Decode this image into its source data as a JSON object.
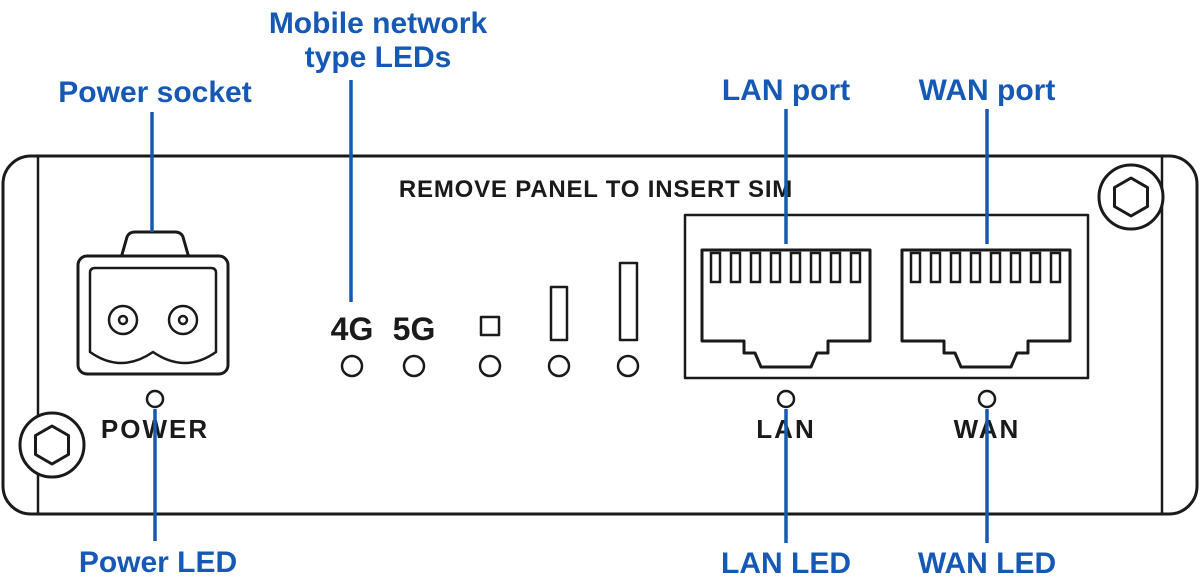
{
  "colors": {
    "callout_blue": "#1659b5",
    "line_black": "#1a1a1a",
    "background": "#ffffff"
  },
  "callouts": {
    "power_socket": "Power socket",
    "mobile_network_line1": "Mobile network",
    "mobile_network_line2": "type LEDs",
    "lan_port": "LAN port",
    "wan_port": "WAN port",
    "power_led": "Power LED",
    "lan_led": "LAN LED",
    "wan_led": "WAN LED"
  },
  "panel": {
    "sim_notice": "REMOVE PANEL TO INSERT SIM",
    "network_4g": "4G",
    "network_5g": "5G",
    "power_label": "POWER",
    "lan_label": "LAN",
    "wan_label": "WAN"
  }
}
